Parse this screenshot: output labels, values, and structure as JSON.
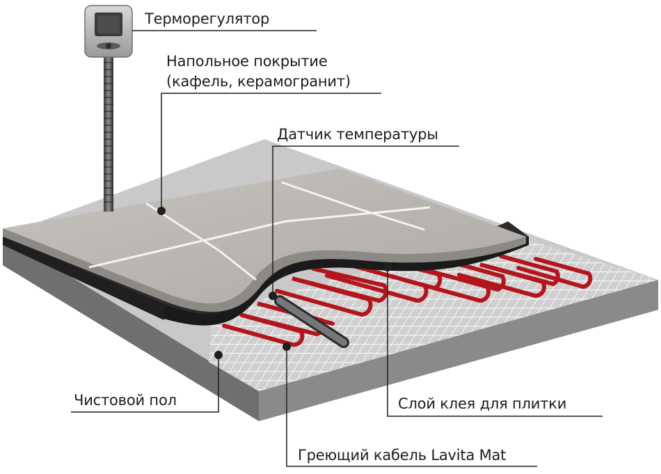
{
  "labels": {
    "thermostat": "Терморегулятор",
    "floor_covering_line1": "Напольное покрытие",
    "floor_covering_line2": "(кафель, керамогранит)",
    "temp_sensor": "Датчик температуры",
    "finish_floor": "Чистовой пол",
    "adhesive_layer": "Слой клея для плитки",
    "heating_cable": "Греющий кабель Lavita Mat"
  },
  "colors": {
    "tile": "#bdbab5",
    "tile_grout": "#f2f2f2",
    "adhesive": "#2b2b2b",
    "mesh": "#e4e4e4",
    "cable": "#b3151d",
    "slab": "#6e6e6e",
    "leader": "#1e1e1e"
  },
  "icons": [
    "thermostat-icon",
    "sensor-probe-icon"
  ]
}
